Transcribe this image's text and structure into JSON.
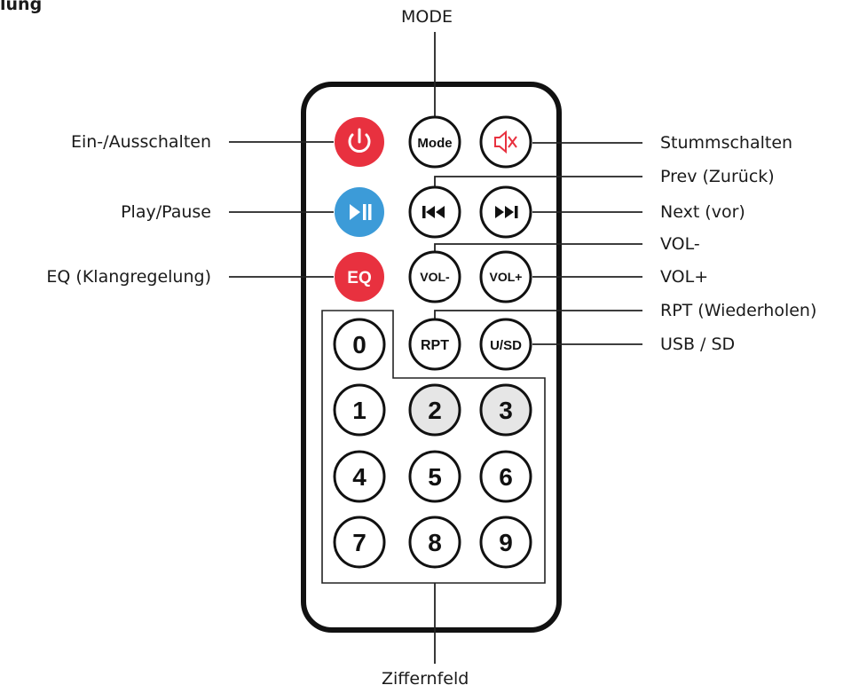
{
  "heading_fragment": "lung",
  "colors": {
    "red": "#e8313f",
    "blue": "#3c9bd8",
    "gray_key": "#e6e6e6",
    "outline": "#111111"
  },
  "buttons": {
    "power": {
      "icon": "power-icon",
      "color": "red"
    },
    "mode": {
      "label": "Mode"
    },
    "mute": {
      "icon": "mute-icon"
    },
    "play_pause": {
      "icon": "play-pause-icon",
      "color": "blue"
    },
    "prev": {
      "icon": "prev-icon"
    },
    "next": {
      "icon": "next-icon"
    },
    "eq": {
      "label": "EQ",
      "color": "red"
    },
    "vol_minus": {
      "label": "VOL-"
    },
    "vol_plus": {
      "label": "VOL+"
    },
    "rpt": {
      "label": "RPT"
    },
    "usd": {
      "label": "U/SD"
    },
    "digits": [
      "0",
      "1",
      "2",
      "3",
      "4",
      "5",
      "6",
      "7",
      "8",
      "9"
    ]
  },
  "callouts": {
    "mode": "MODE",
    "power": "Ein-/Ausschalten",
    "play_pause": "Play/Pause",
    "eq": "EQ (Klangregelung)",
    "mute": "Stummschalten",
    "prev": "Prev (Zurück)",
    "next": "Next (vor)",
    "vol_minus": "VOL-",
    "vol_plus": "VOL+",
    "rpt": "RPT (Wiederholen)",
    "usb_sd": "USB / SD",
    "numpad": "Ziffernfeld"
  }
}
